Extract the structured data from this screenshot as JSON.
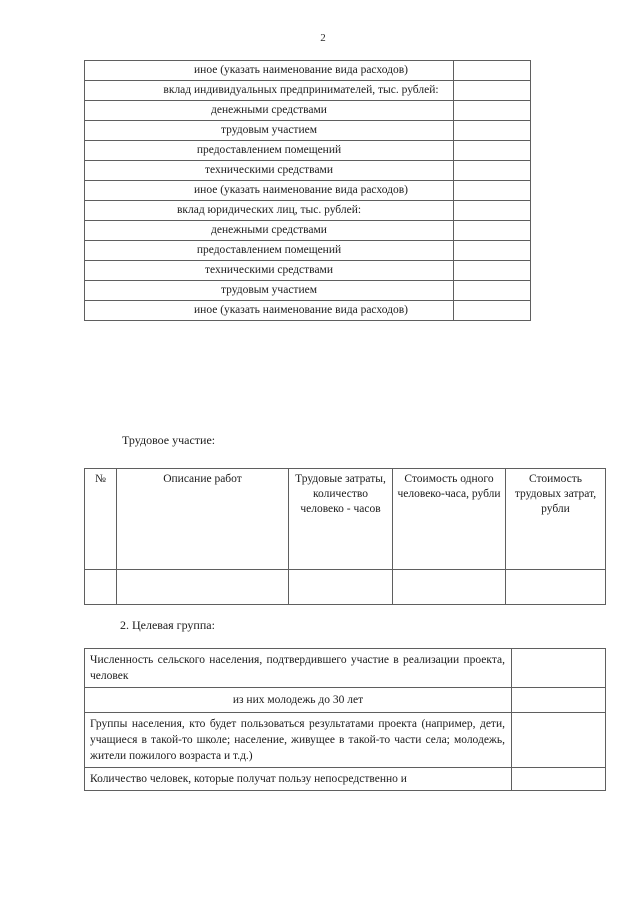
{
  "document": {
    "page_number": "2",
    "language": "ru"
  },
  "contributions_table": {
    "rows": [
      {
        "label": "иное (указать наименование вида расходов)",
        "align": "center",
        "lines": 2,
        "value": ""
      },
      {
        "label": "вклад индивидуальных предпринимателей, тыс. рублей:",
        "align": "center",
        "lines": 2,
        "value": ""
      },
      {
        "label": "денежными средствами",
        "align": "center",
        "lines": 1,
        "value": ""
      },
      {
        "label": "трудовым участием",
        "align": "center",
        "lines": 1,
        "value": ""
      },
      {
        "label": "предоставлением помещений",
        "align": "center",
        "lines": 1,
        "value": ""
      },
      {
        "label": "техническими средствами",
        "align": "center",
        "lines": 1,
        "value": ""
      },
      {
        "label": "иное (указать наименование вида расходов)",
        "align": "center",
        "lines": 2,
        "value": ""
      },
      {
        "label": "вклад юридических лиц, тыс. рублей:",
        "align": "center",
        "lines": 1,
        "value": ""
      },
      {
        "label": "денежными средствами",
        "align": "center",
        "lines": 1,
        "value": ""
      },
      {
        "label": "предоставлением помещений",
        "align": "center",
        "lines": 1,
        "value": ""
      },
      {
        "label": "техническими средствами",
        "align": "center",
        "lines": 1,
        "value": ""
      },
      {
        "label": "трудовым участием",
        "align": "center",
        "lines": 1,
        "value": ""
      },
      {
        "label": "иное (указать наименование вида расходов)",
        "align": "center",
        "lines": 2,
        "value": ""
      }
    ]
  },
  "labour_section": {
    "heading": "Трудовое участие:",
    "columns": [
      "№",
      "Описание работ",
      "Трудовые затраты, количество человеко - часов",
      "Стоимость одного человеко-часа, рубли",
      "Стоимость трудовых затрат, рубли"
    ],
    "rows": [
      {
        "num": "",
        "description": "",
        "hours": "",
        "cost_per_hour": "",
        "total_cost": ""
      }
    ]
  },
  "target_group_section": {
    "heading": "2. Целевая группа:",
    "rows": [
      {
        "label": "Численность сельского населения, подтвердившего участие в реализации проекта, человек",
        "align": "justify",
        "value": ""
      },
      {
        "label": "из них молодежь до 30 лет",
        "align": "center",
        "value": ""
      },
      {
        "label": "Группы населения, кто будет пользоваться результатами проекта (например, дети, учащиеся в такой-то школе; население, живущее в такой-то части села; молодежь, жители пожилого возраста и т.д.)",
        "align": "justify",
        "value": ""
      },
      {
        "label": "Количество человек, которые получат пользу непосредственно и",
        "align": "clip",
        "value": ""
      }
    ]
  },
  "colors": {
    "text": "#1a1a1a",
    "border": "#5f5f5f",
    "page_background": "#ffffff"
  }
}
